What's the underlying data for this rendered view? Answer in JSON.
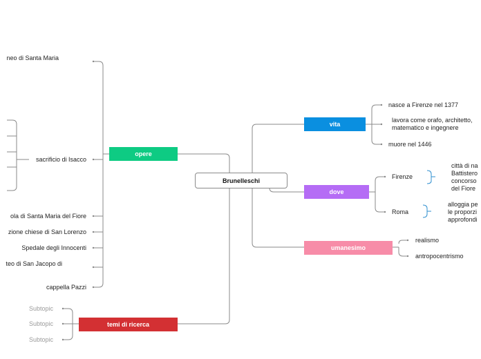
{
  "central": "Brunelleschi",
  "colors": {
    "vita": "#0a8fe0",
    "dove": "#b56cf5",
    "umanesimo": "#f78ca8",
    "opere": "#0ecb83",
    "temi": "#d33033",
    "line": "#888888",
    "bracket": "#2f8fcf"
  },
  "vita": {
    "label": "vita",
    "items": [
      "nasce a Firenze nel 1377",
      "lavora come orafo, architetto,\nmatematico e ingegnere",
      "muore nel 1446"
    ]
  },
  "dove": {
    "label": "dove",
    "firenze": {
      "label": "Firenze",
      "note": "città di na\nBattistero\nconcorso\ndel Fiore"
    },
    "roma": {
      "label": "Roma",
      "note": "alloggia pe\nle proporzi\napprofondi"
    }
  },
  "umanesimo": {
    "label": "umanesimo",
    "items": [
      "realismo",
      "antropocentrismo"
    ]
  },
  "opere": {
    "label": "opere",
    "items": [
      "neo di Santa Maria",
      "sacrificio di Isacco",
      "ola di Santa Maria del Fiore",
      "zione chiese di San Lorenzo",
      "Spedale degli Innocenti",
      "teo di San Jacopo di",
      "cappella Pazzi"
    ]
  },
  "temi": {
    "label": "temi di ricerca",
    "items": [
      "Subtopic",
      "Subtopic",
      "Subtopic"
    ]
  }
}
